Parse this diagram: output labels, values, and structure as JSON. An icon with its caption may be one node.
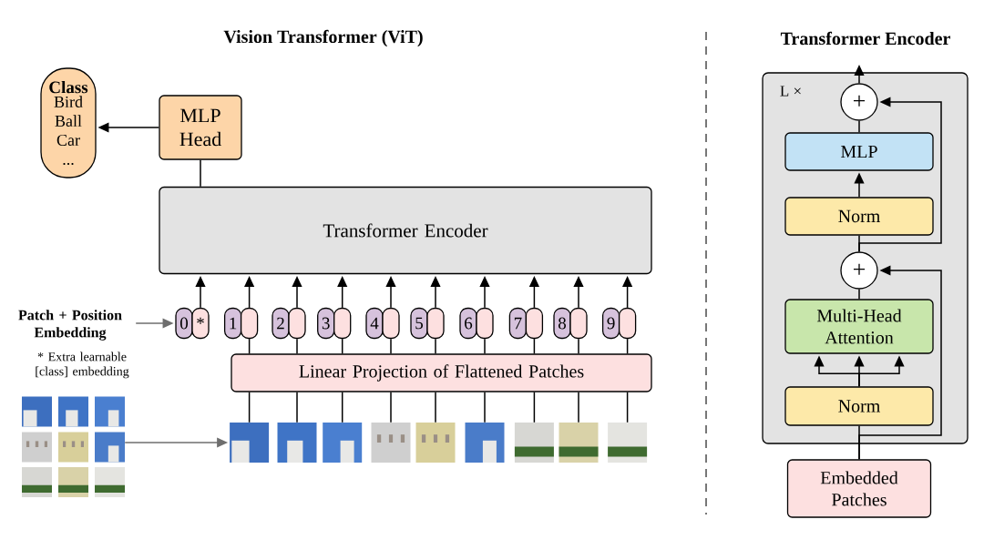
{
  "diagram": {
    "nodes": [
      {
        "text": [
          "Class",
          "Bird Ball Car ..."
        ]
      },
      {
        "text": [
          "MLP Head"
        ]
      },
      {
        "text": [
          "Transformer Encoder"
        ]
      },
      {
        "text": [
          "Patch + Position Embedding"
        ]
      },
      {
        "text": [
          "0"
        ]
      },
      {
        "text": [
          "*"
        ]
      },
      {
        "text": [
          "1"
        ]
      },
      {
        "text": [],
        "shape": "box"
      },
      {
        "text": [
          "2"
        ]
      },
      {
        "text": [],
        "shape": "box"
      },
      {
        "text": [
          "3"
        ]
      },
      {
        "text": [],
        "shape": "box"
      },
      {
        "text": [
          "4"
        ]
      },
      {
        "text": [],
        "shape": "box"
      },
      {
        "text": [
          "5"
        ]
      },
      {
        "text": [],
        "shape": "box"
      },
      {
        "text": [
          "6"
        ]
      },
      {
        "text": [],
        "shape": "box"
      },
      {
        "text": [
          "7"
        ]
      },
      {
        "text": [],
        "shape": "box"
      },
      {
        "text": [
          "8"
        ]
      },
      {
        "text": [],
        "shape": "box"
      },
      {
        "text": [
          "9"
        ]
      },
      {
        "text": [],
        "shape": "box"
      },
      {
        "text": [
          "Linear Projection of Flattened Patches"
        ]
      },
      {
        "text": [],
        "shape": "picture"
      },
      {
        "text": [],
        "shape": "picture"
      },
      {
        "text": [],
        "shape": "picture"
      },
      {
        "text": [],
        "shape": "picture"
      },
      {
        "text": [],
        "shape": "picture"
      },
      {
        "text": [],
        "shape": "picture"
      },
      {
        "text": [],
        "shape": "picture"
      },
      {
        "text": [],
        "shape": "picture"
      },
      {
        "text": [],
        "shape": "picture"
      },
      {
        "text": [],
        "shape": "picture"
      },
      {
        "text": [
          "L ×"
        ]
      },
      {
        "text": [
          "+"
        ],
        "in": 35
      },
      {
        "text": [
          "MLP"
        ],
        "in": 35
      },
      {
        "text": [
          "Norm"
        ],
        "in": 35
      },
      {
        "text": [
          "+"
        ],
        "in": 35
      },
      {
        "text": [
          "Multi-Head Attention"
        ],
        "in": 35
      },
      {
        "text": [
          "Norm"
        ],
        "in": 35
      },
      {
        "text": [
          "Embedded Patches"
        ]
      }
    ],
    "edges": [
      {
        "from": 2,
        "to": 1,
        "arrow": "none"
      },
      {
        "from": 1,
        "to": 0,
        "arrow": "to"
      },
      {
        "from": 3,
        "to": 4,
        "arrow": "to",
        "color": "#6e6e6e"
      },
      {
        "from": 5,
        "to": 2,
        "arrow": "to"
      },
      {
        "from": 7,
        "to": 2,
        "arrow": "to"
      },
      {
        "from": 9,
        "to": 2,
        "arrow": "to"
      },
      {
        "from": 11,
        "to": 2,
        "arrow": "to"
      },
      {
        "from": 13,
        "to": 2,
        "arrow": "to"
      },
      {
        "from": 15,
        "to": 2,
        "arrow": "to"
      },
      {
        "from": 17,
        "to": 2,
        "arrow": "to"
      },
      {
        "from": 19,
        "to": 2,
        "arrow": "to"
      },
      {
        "from": 21,
        "to": 2,
        "arrow": "to"
      },
      {
        "from": 23,
        "to": 2,
        "arrow": "to"
      },
      {
        "from": 24,
        "to": 7,
        "arrow": "none"
      },
      {
        "from": 24,
        "to": 9,
        "arrow": "none"
      },
      {
        "from": 24,
        "to": 11,
        "arrow": "none"
      },
      {
        "from": 24,
        "to": 13,
        "arrow": "none"
      },
      {
        "from": 24,
        "to": 15,
        "arrow": "none"
      },
      {
        "from": 24,
        "to": 17,
        "arrow": "none"
      },
      {
        "from": 24,
        "to": 19,
        "arrow": "none"
      },
      {
        "from": 24,
        "to": 21,
        "arrow": "none"
      },
      {
        "from": 24,
        "to": 23,
        "arrow": "none"
      },
      {
        "from": 26,
        "to": 24,
        "arrow": "none"
      },
      {
        "from": 27,
        "to": 24,
        "arrow": "none"
      },
      {
        "from": 28,
        "to": 24,
        "arrow": "none"
      },
      {
        "from": 29,
        "to": 24,
        "arrow": "none"
      },
      {
        "from": 30,
        "to": 24,
        "arrow": "none"
      },
      {
        "from": 31,
        "to": 24,
        "arrow": "none"
      },
      {
        "from": 32,
        "to": 24,
        "arrow": "none"
      },
      {
        "from": 33,
        "to": 24,
        "arrow": "none"
      },
      {
        "from": 34,
        "to": 24,
        "arrow": "none"
      },
      {
        "from": 25,
        "to": 26,
        "arrow": "to",
        "color": "#6e6e6e"
      },
      {
        "from": 42,
        "to": 41,
        "arrow": "none"
      },
      {
        "from": 42,
        "to": 39,
        "arrow": "to"
      },
      {
        "from": 41,
        "to": 40,
        "arrow": "to"
      },
      {
        "from": 41,
        "to": 40,
        "arrow": "to"
      },
      {
        "from": 41,
        "to": 40,
        "arrow": "to"
      },
      {
        "from": 40,
        "to": 39,
        "arrow": "none"
      },
      {
        "from": 39,
        "to": 38,
        "arrow": "none"
      },
      {
        "from": 38,
        "to": 37,
        "arrow": "to"
      },
      {
        "from": 37,
        "to": 36,
        "arrow": "none"
      },
      {
        "from": 39,
        "to": 36,
        "arrow": "to"
      },
      {
        "from": 36,
        "to": null,
        "arrow": "to"
      }
    ],
    "labels": [
      "Vision Transformer (ViT)",
      "Transformer Encoder",
      "* Extra learnable [class] embedding"
    ]
  }
}
